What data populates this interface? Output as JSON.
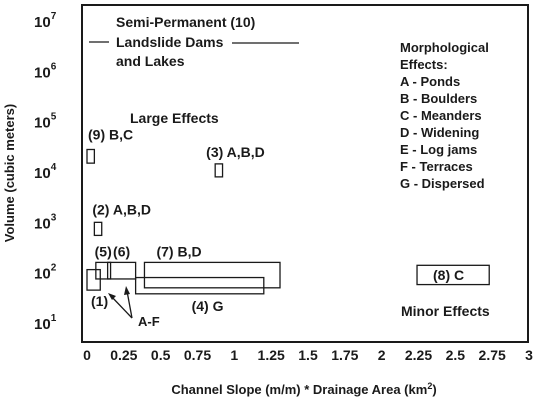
{
  "chart_data": {
    "type": "scatter",
    "title": "",
    "xlabel": "Channel Slope (m/m) * Drainage Area (km",
    "xlabel_sup": "2",
    "xlabel_close": ")",
    "ylabel": "Volume (cubic meters)",
    "x_scale": "linear",
    "y_scale": "log",
    "xlim": [
      0,
      3
    ],
    "ylim": [
      3,
      10000000
    ],
    "grid": false,
    "x_ticks": [
      "0",
      "0.25",
      "0.5",
      "0.75",
      "1",
      "1.25",
      "1.5",
      "1.75",
      "2",
      "2.25",
      "2.5",
      "2.75",
      "3"
    ],
    "y_ticks": [
      {
        "base": "10",
        "exp": "1"
      },
      {
        "base": "10",
        "exp": "2"
      },
      {
        "base": "10",
        "exp": "3"
      },
      {
        "base": "10",
        "exp": "4"
      },
      {
        "base": "10",
        "exp": "5"
      },
      {
        "base": "10",
        "exp": "6"
      },
      {
        "base": "10",
        "exp": "7"
      }
    ],
    "regions": [
      {
        "id": "1",
        "label": "(1)",
        "x": [
          0.0,
          0.09
        ],
        "y": [
          45,
          115
        ]
      },
      {
        "id": "5",
        "label": "(5)",
        "x": [
          0.06,
          0.16
        ],
        "y": [
          75,
          160
        ]
      },
      {
        "id": "6",
        "label": "(6)",
        "x": [
          0.14,
          0.33
        ],
        "y": [
          75,
          160
        ]
      },
      {
        "id": "7",
        "label": "(7) B,D",
        "x": [
          0.39,
          1.31
        ],
        "y": [
          50,
          160
        ]
      },
      {
        "id": "4",
        "label": "(4) G",
        "x": [
          0.33,
          1.2
        ],
        "y": [
          38,
          80
        ]
      },
      {
        "id": "8",
        "label": "(8) C",
        "x": [
          2.24,
          2.73
        ],
        "y": [
          58,
          140
        ]
      },
      {
        "id": "2",
        "label": "(2) A,B,D",
        "x": [
          0.05,
          0.1
        ],
        "y": [
          550,
          1000
        ]
      },
      {
        "id": "9",
        "label": "(9) B,C",
        "x": [
          0.0,
          0.05
        ],
        "y": [
          15000,
          28000
        ]
      },
      {
        "id": "3",
        "label": "(3) A,B,D",
        "x": [
          0.87,
          0.92
        ],
        "y": [
          8000,
          14500
        ]
      }
    ],
    "annotations": [
      {
        "id": "semi",
        "text": [
          "Semi-Permanent (10)",
          "Landslide Dams",
          "and Lakes"
        ]
      },
      {
        "id": "large",
        "text": [
          "Large Effects"
        ]
      },
      {
        "id": "minor",
        "text": [
          "Minor Effects"
        ]
      },
      {
        "id": "af",
        "text": [
          "A-F"
        ]
      }
    ],
    "legend": {
      "placement": "top-right",
      "title": [
        "Morphological",
        "Effects:"
      ],
      "items": [
        "A - Ponds",
        "B - Boulders",
        "C - Meanders",
        "D - Widening",
        "E - Log jams",
        "F - Terraces",
        "G - Dispersed"
      ]
    }
  }
}
